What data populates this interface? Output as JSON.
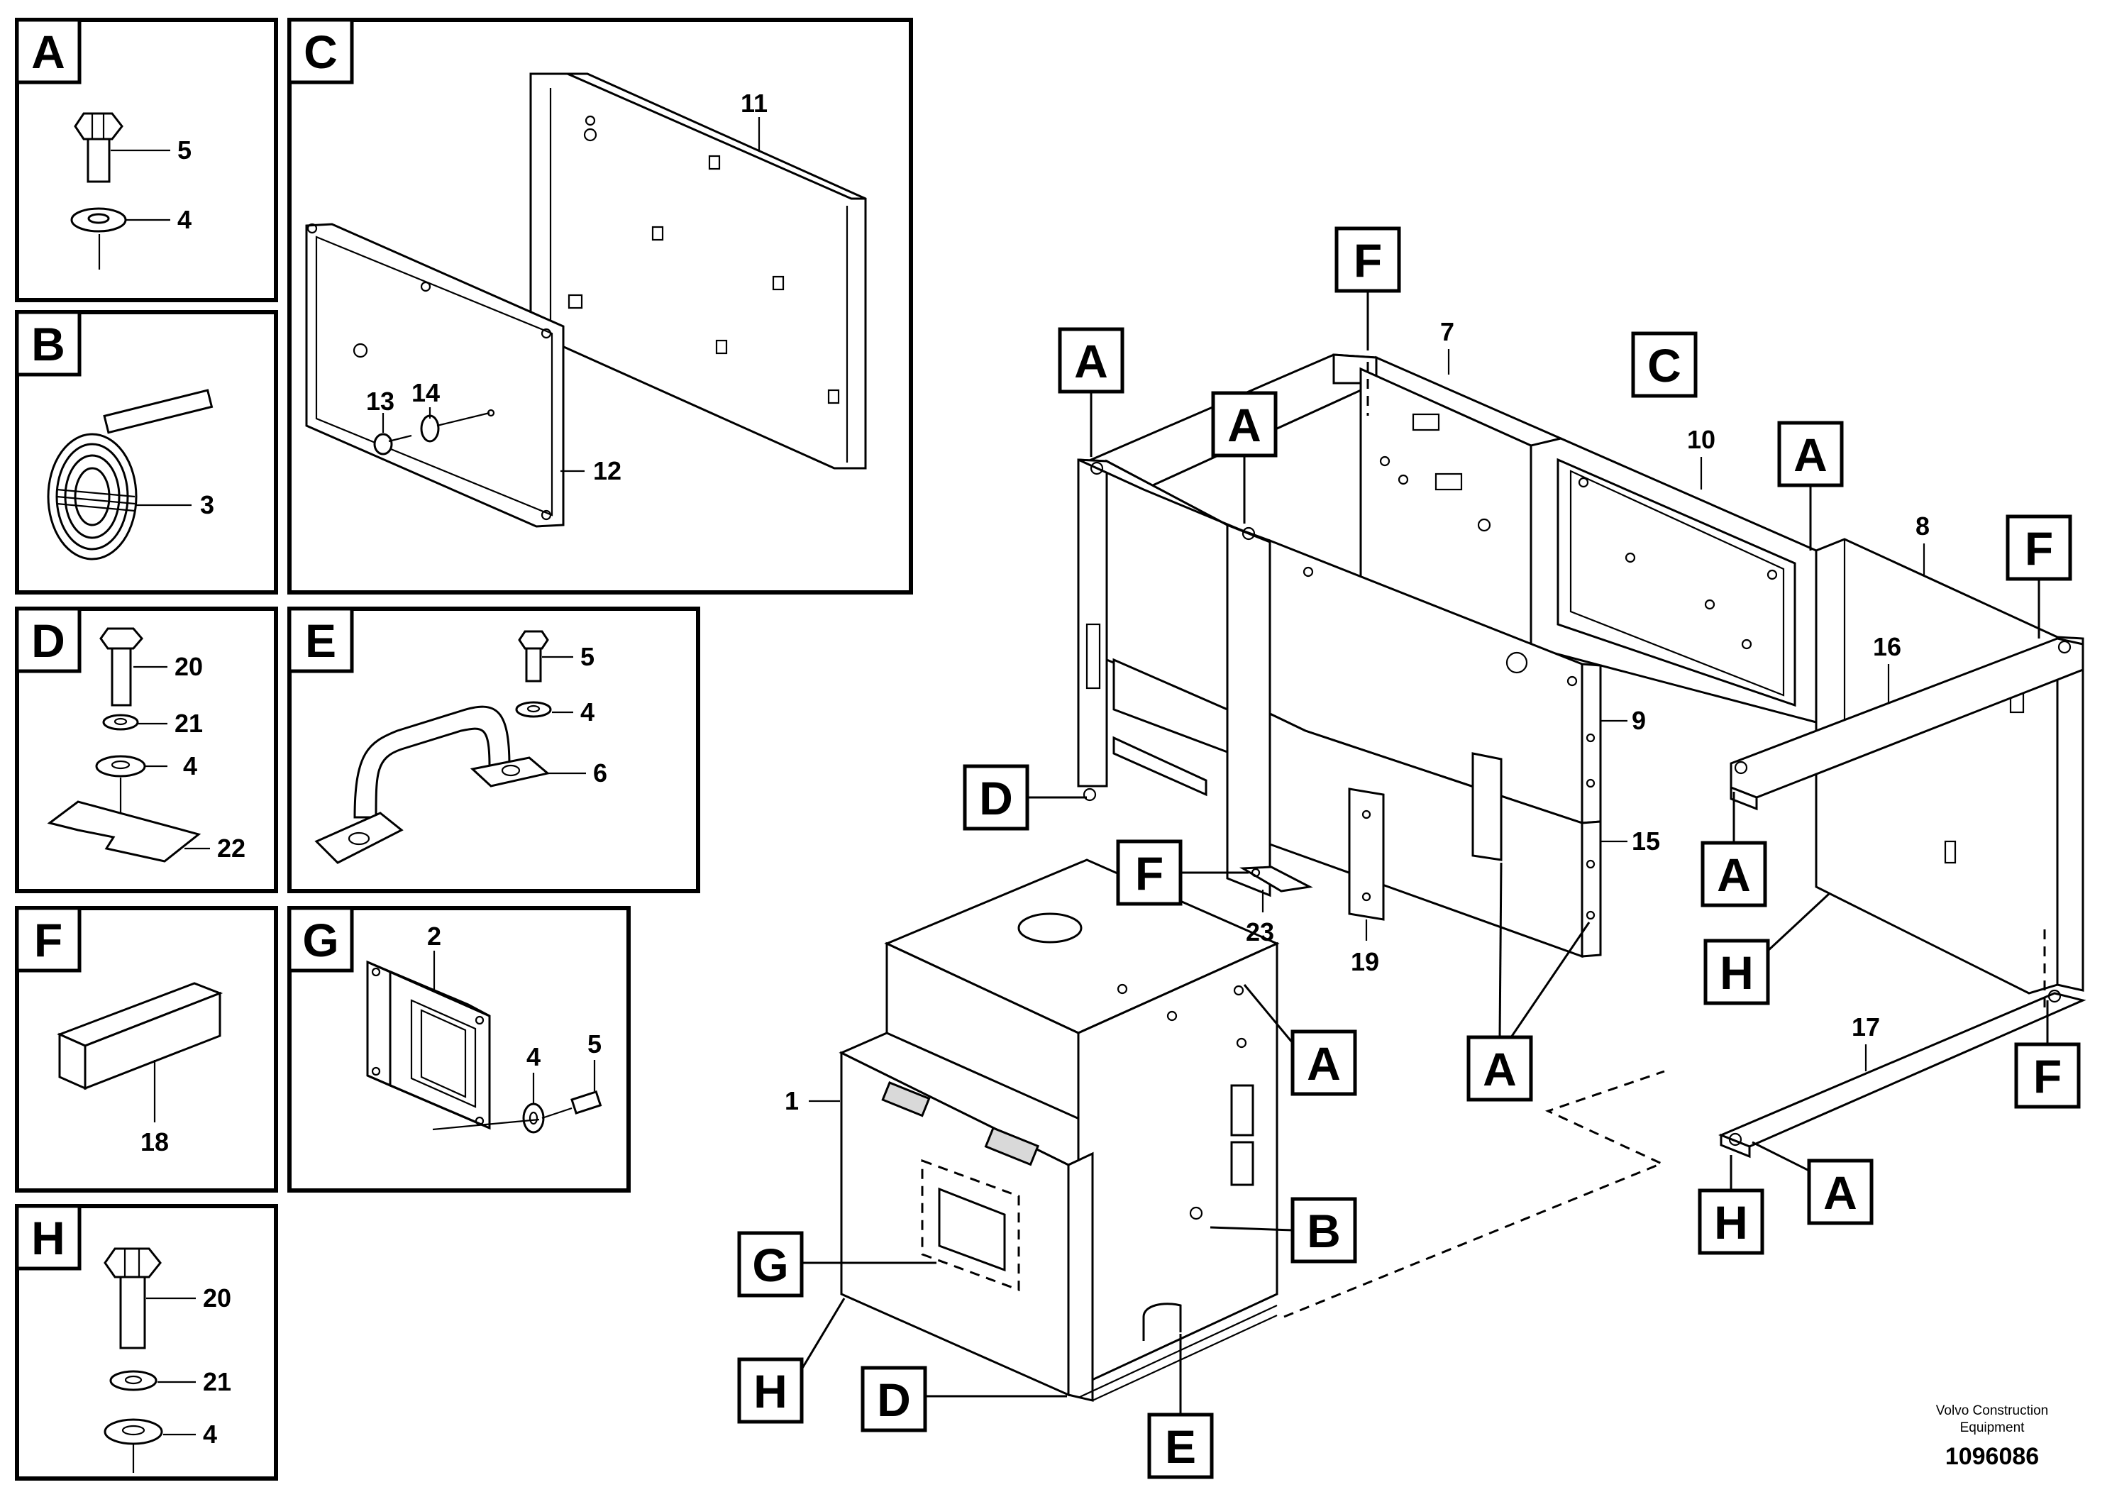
{
  "inset_panels": [
    {
      "letter": "A",
      "parts": [
        "5",
        "4"
      ]
    },
    {
      "letter": "B",
      "parts": [
        "3"
      ]
    },
    {
      "letter": "C",
      "parts": [
        "11",
        "14",
        "13",
        "12"
      ]
    },
    {
      "letter": "D",
      "parts": [
        "20",
        "21",
        "4",
        "22"
      ]
    },
    {
      "letter": "E",
      "parts": [
        "5",
        "4",
        "6"
      ]
    },
    {
      "letter": "F",
      "parts": [
        "18"
      ]
    },
    {
      "letter": "G",
      "parts": [
        "2",
        "4",
        "5"
      ]
    },
    {
      "letter": "H",
      "parts": [
        "20",
        "21",
        "4"
      ]
    }
  ],
  "main_part_numbers": [
    "7",
    "10",
    "8",
    "16",
    "9",
    "15",
    "23",
    "19",
    "17",
    "1"
  ],
  "detail_tags": [
    "F",
    "A",
    "A",
    "C",
    "A",
    "F",
    "D",
    "F",
    "A",
    "A",
    "H",
    "A",
    "F",
    "B",
    "G",
    "H",
    "A",
    "H",
    "D",
    "E"
  ],
  "footer": {
    "brand_line1": "Volvo Construction",
    "brand_line2": "Equipment",
    "drawing_number": "1096086"
  }
}
